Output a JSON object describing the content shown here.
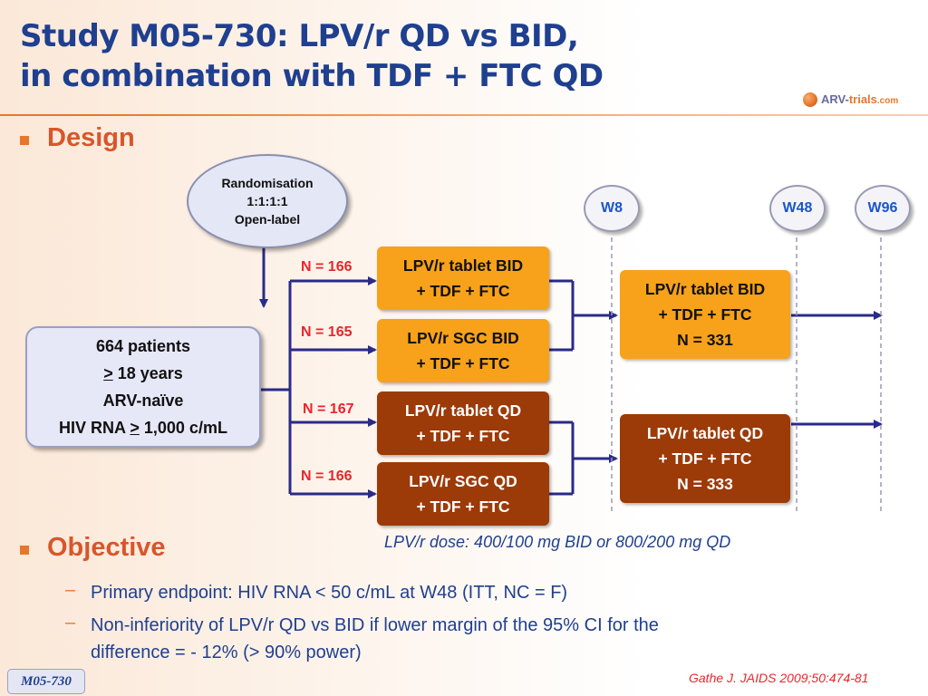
{
  "title": {
    "line1": "Study M05-730: LPV/r QD vs BID,",
    "line2": "in combination with TDF + FTC QD"
  },
  "logo": {
    "text_prefix": "ARV-",
    "text_main": "trials",
    "text_suffix": ".com"
  },
  "sections": {
    "design": "Design",
    "objective": "Objective"
  },
  "randomisation": {
    "line1": "Randomisation",
    "line2": "1:1:1:1",
    "line3": "Open-label"
  },
  "patients": {
    "line1": "664 patients",
    "line2_symbol": ">",
    "line2_text": " 18 years",
    "line3": "ARV-naïve",
    "line4_prefix": "HIV RNA ",
    "line4_symbol": ">",
    "line4_suffix": " 1,000 c/mL"
  },
  "arms": [
    {
      "n": "N = 166",
      "line1": "LPV/r tablet BID",
      "line2": "+ TDF + FTC"
    },
    {
      "n": "N = 165",
      "line1": "LPV/r SGC BID",
      "line2": "+ TDF + FTC"
    },
    {
      "n": "N = 167",
      "line1": "LPV/r tablet QD",
      "line2": "+ TDF + FTC"
    },
    {
      "n": "N = 166",
      "line1": "LPV/r SGC QD",
      "line2": "+ TDF + FTC"
    }
  ],
  "merged": [
    {
      "line1": "LPV/r tablet BID",
      "line2": "+ TDF + FTC",
      "line3": "N = 331"
    },
    {
      "line1": "LPV/r tablet QD",
      "line2": "+ TDF + FTC",
      "line3": "N = 333"
    }
  ],
  "weeks": [
    "W8",
    "W48",
    "W96"
  ],
  "dose_note": "LPV/r dose: 400/100 mg BID or 800/200 mg QD",
  "objectives": [
    "Primary endpoint: HIV RNA < 50 c/mL at W48 (ITT, NC = F)",
    "Non-inferiority of LPV/r QD vs BID if lower margin of the 95% CI for the",
    "difference = - 12% (> 90% power)"
  ],
  "footer_tag": "M05-730",
  "citation": "Gathe J. JAIDS 2009;50:474-81",
  "colors": {
    "title": "#1f3f8f",
    "accent": "#e8762c",
    "bid_box": "#f7a21a",
    "qd_box": "#9c3a08",
    "n_label": "#e8262a",
    "arrow": "#2a2a8a"
  }
}
